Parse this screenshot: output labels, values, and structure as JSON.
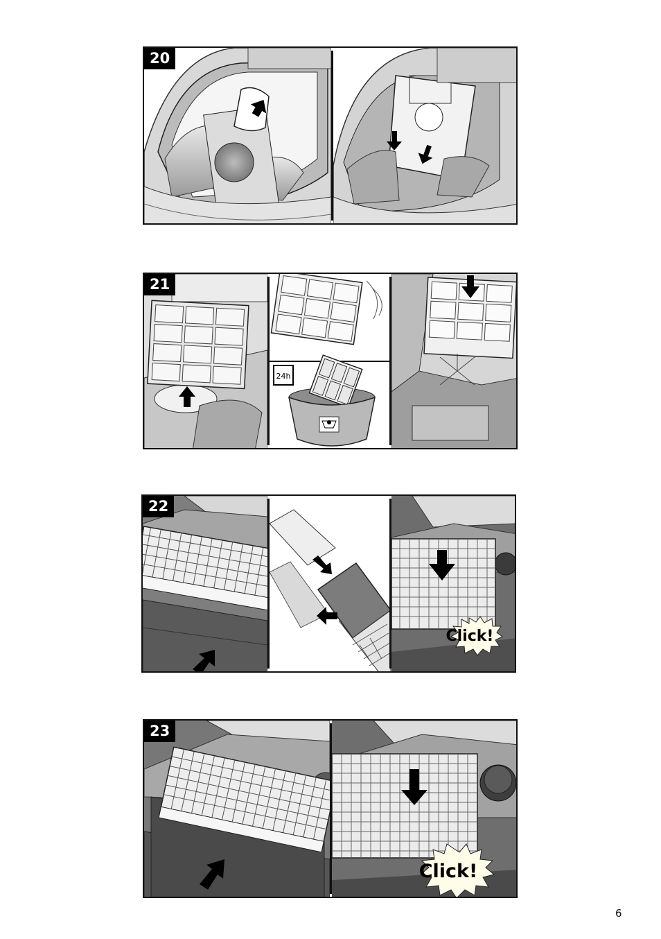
{
  "steps": [
    {
      "number": "20"
    },
    {
      "number": "21",
      "soak_badge": "24h"
    },
    {
      "number": "22",
      "click_label": "Click!"
    },
    {
      "number": "23",
      "click_label": "Click!"
    }
  ],
  "page_number": "6",
  "icons": [
    "up-arrow-icon",
    "down-arrow-icon",
    "left-arrow-icon",
    "hand-wash-icon",
    "starburst-icon"
  ]
}
